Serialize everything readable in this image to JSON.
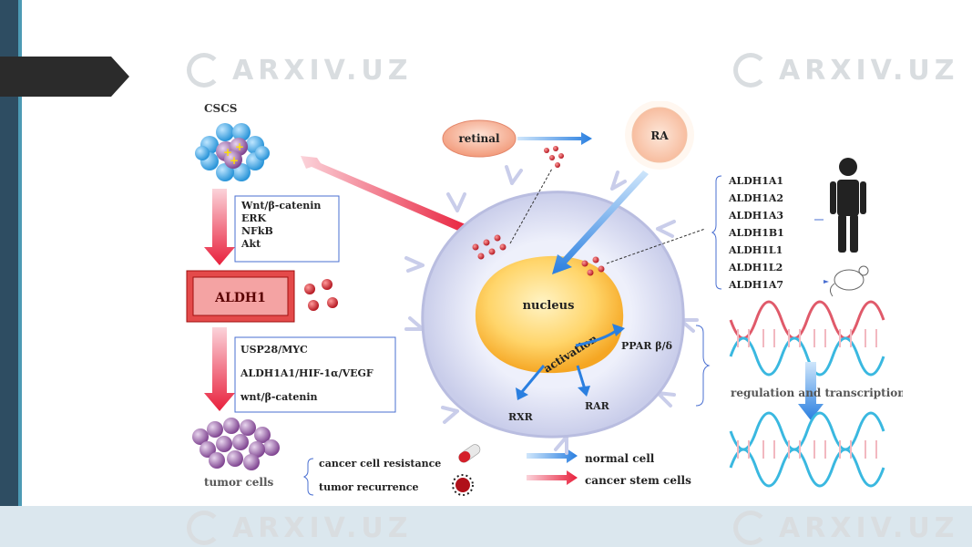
{
  "watermark": {
    "text": "ARXIV.UZ"
  },
  "diagram": {
    "cscs_label": "CSCS",
    "retinal": "retinal",
    "ra": "RA",
    "pathway_box": [
      "Wnt/β-catenin",
      "ERK",
      "NFkB",
      "Akt"
    ],
    "aldh1": "ALDH1",
    "downstream_box": [
      "USP28/MYC",
      "ALDH1A1/HIF-1α/VEGF",
      "wnt/β-catenin"
    ],
    "tumor_cells": "tumor cells",
    "nucleus": "nucleus",
    "activation": "activation",
    "ppar": "PPAR β/δ",
    "rar": "RAR",
    "rxr": "RXR",
    "aldh_isoforms": [
      "ALDH1A1",
      "ALDH1A2",
      "ALDH1A3",
      "ALDH1B1",
      "ALDH1L1",
      "ALDH1L2",
      "ALDH1A7"
    ],
    "regulation": "regulation and transcription",
    "outcomes": [
      "cancer cell resistance",
      "tumor recurrence"
    ],
    "legend": {
      "normal": "normal cell",
      "cancer": "cancer stem cells"
    }
  },
  "colors": {
    "sidebar": "#2e4d62",
    "accent": "#4c9ab4",
    "red_arrow": "#e8203c",
    "blue_arrow": "#2a7fe0",
    "dna_red": "#e05a6a",
    "dna_blue": "#3ab8e0"
  }
}
